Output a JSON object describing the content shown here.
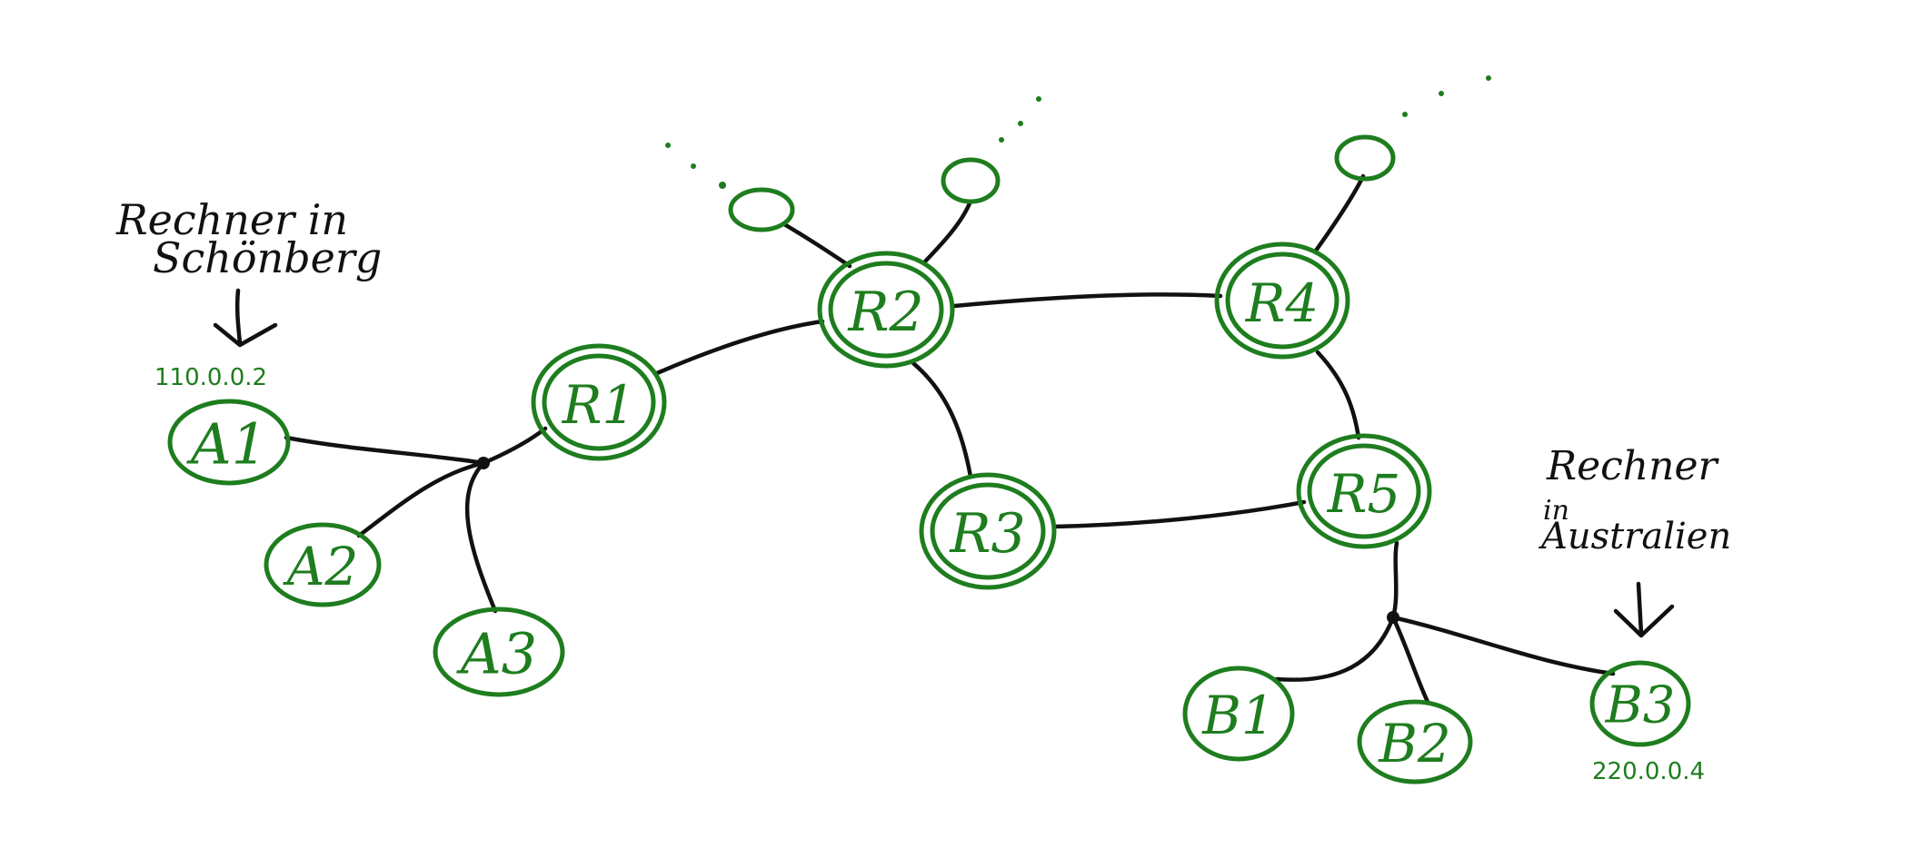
{
  "colors": {
    "node": "#1e7d1e",
    "edge": "#111111",
    "annotation": "#111111",
    "ip": "#1e7d1e"
  },
  "nodes": {
    "A1": "A1",
    "A2": "A2",
    "A3": "A3",
    "R1": "R1",
    "R2": "R2",
    "R3": "R3",
    "R4": "R4",
    "R5": "R5",
    "B1": "B1",
    "B2": "B2",
    "B3": "B3"
  },
  "annotations": {
    "left_line1": "Rechner in",
    "left_line2": "Schönberg",
    "right_line1": "Rechner",
    "right_line2": "in",
    "right_line3": "Australien"
  },
  "addresses": {
    "a1": "110.0.0.2",
    "b3": "220.0.0.4"
  }
}
